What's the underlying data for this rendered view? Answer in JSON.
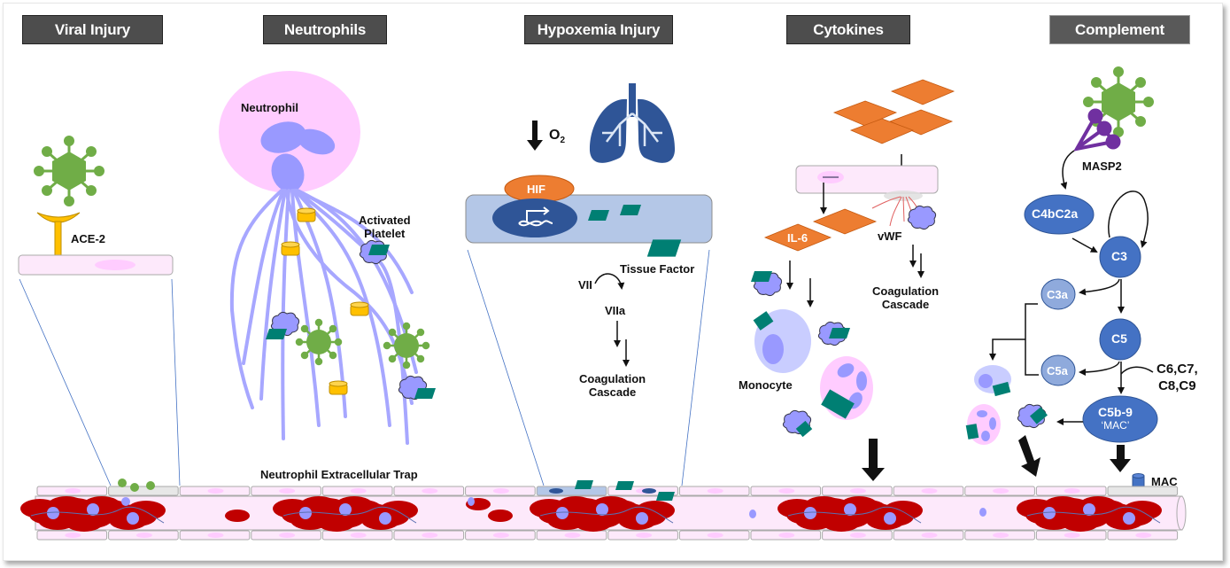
{
  "panels": [
    {
      "id": "viral-injury",
      "title": "Viral Injury"
    },
    {
      "id": "neutrophils",
      "title": "Neutrophils"
    },
    {
      "id": "hypoxemia-injury",
      "title": "Hypoxemia Injury"
    },
    {
      "id": "cytokines",
      "title": "Cytokines"
    },
    {
      "id": "complement",
      "title": "Complement"
    }
  ],
  "viral": {
    "receptor_label": "ACE-2"
  },
  "neutrophils": {
    "cell_label": "Neutrophil",
    "platelet_label_line1": "Activated",
    "platelet_label_line2": "Platelet",
    "net_label": "Neutrophil Extracellular Trap"
  },
  "hypoxemia": {
    "oxygen_label": "O",
    "oxygen_subscript": "2",
    "hif_label": "HIF",
    "tissue_factor_label": "Tissue Factor",
    "vii_label": "VII",
    "viia_label": "VIIa",
    "cascade_line1": "Coagulation",
    "cascade_line2": "Cascade"
  },
  "cytokines": {
    "il6_label": "IL-6",
    "vwf_label": "vWF",
    "cascade_line1": "Coagulation",
    "cascade_line2": "Cascade",
    "monocyte_label": "Monocyte"
  },
  "complement": {
    "masp2_label": "MASP2",
    "c4bc2a_label": "C4bC2a",
    "c3_label": "C3",
    "c3a_label": "C3a",
    "c5_label": "C5",
    "c5a_label": "C5a",
    "c6_c9_line1": "C6,C7,",
    "c6_c9_line2": "C8,C9",
    "c5b9_label": "C5b-9",
    "c5b9_sub": "‘MAC’",
    "mac_label": "MAC"
  },
  "colors": {
    "header_bg": "#4d4d4d",
    "virus_green": "#70ad47",
    "ace2_gold": "#f5b800",
    "neutrophil_pink": "#ffccff",
    "nucleus_lavender": "#9999ff",
    "tissue_factor_teal": "#007f73",
    "cytokine_orange": "#ed7d31",
    "complement_blue": "#4472c4",
    "complement_light_blue": "#8faadc",
    "rbc_red": "#c00000",
    "endothelium_pink": "#fde9fb",
    "masp2_purple": "#7030a0",
    "lung_blue": "#2f5597"
  }
}
